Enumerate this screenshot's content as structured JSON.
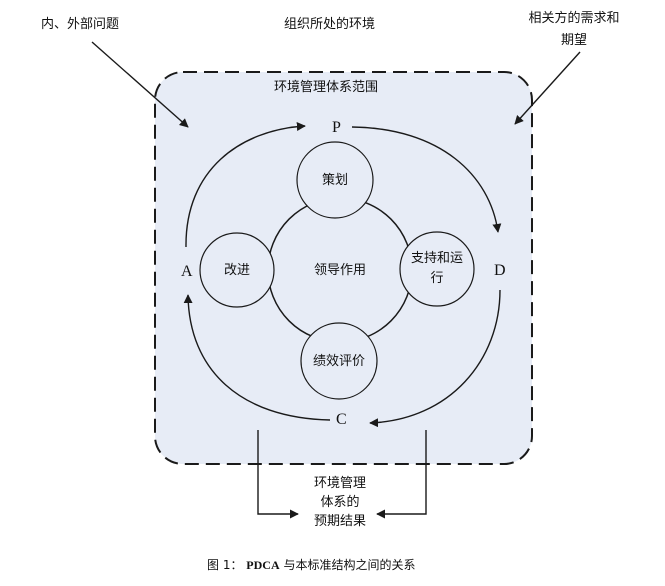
{
  "labels": {
    "internal_external_issues": "内、外部问题",
    "org_context": "组织所处的环境",
    "interested_parties_line1": "相关方的需求和",
    "interested_parties_line2": "期望",
    "ems_scope": "环境管理体系范围",
    "planning": "策划",
    "improvement": "改进",
    "leadership": "领导作用",
    "support_line1": "支持和运",
    "support_line2": "行",
    "performance_evaluation": "绩效评价",
    "outcomes_line1": "环境管理",
    "outcomes_line2": "体系的",
    "outcomes_line3": "预期结果"
  },
  "pdca": {
    "p": "P",
    "d": "D",
    "c": "C",
    "a": "A"
  },
  "caption": {
    "prefix": "图 1：",
    "bold": "PDCA",
    "text": "与本标准结构之间的关系"
  },
  "colors": {
    "scope_fill": "#e7ecf6",
    "line": "#1a1a1a"
  }
}
